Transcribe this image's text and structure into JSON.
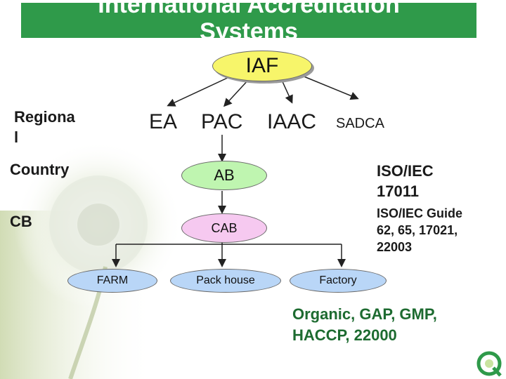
{
  "title": {
    "line1": "International Accreditation",
    "line2": "Systems"
  },
  "root": "IAF",
  "regional": {
    "label_line1": "Regiona",
    "label_line2": "l",
    "bodies": [
      "EA",
      "PAC",
      "IAAC",
      "SADCA"
    ]
  },
  "country": {
    "label": "Country",
    "body": "AB",
    "standard_line1": "ISO/IEC",
    "standard_line2": "17011"
  },
  "cb": {
    "label": "CB",
    "body": "CAB",
    "standard_line1": "ISO/IEC Guide",
    "standard_line2": "62, 65, 17021,",
    "standard_line3": "22003"
  },
  "targets": [
    "FARM",
    "Pack house",
    "Factory"
  ],
  "schemes": {
    "line1": "Organic, GAP, GMP,",
    "line2": "HACCP, 22000"
  },
  "colors": {
    "title_bar": "#2f9a4a",
    "iaf_fill": "#f7f56a",
    "ab_fill": "#bff5b0",
    "cab_fill": "#f6c9f0",
    "target_fill": "#b9d6f7",
    "green_text": "#1d6b30"
  },
  "icons": [
    "logo-icon"
  ]
}
